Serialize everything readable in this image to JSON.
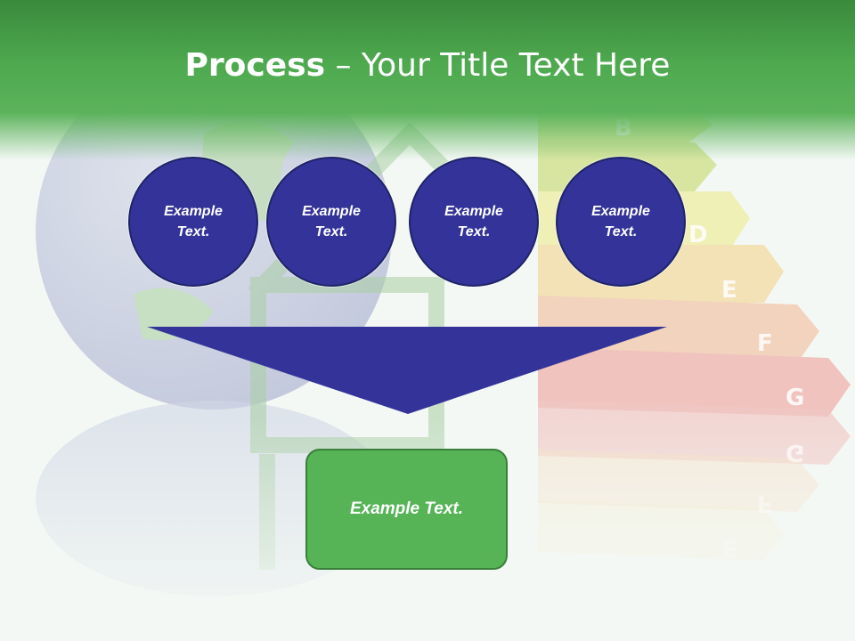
{
  "slide": {
    "title_bold": "Process",
    "title_rest": " – Your Title Text Here",
    "circles": [
      {
        "label": "Example Text."
      },
      {
        "label": "Example Text."
      },
      {
        "label": "Example Text."
      },
      {
        "label": "Example Text."
      }
    ],
    "result_label": "Example Text."
  },
  "background": {
    "energy_labels": [
      "B",
      "D",
      "E",
      "F",
      "G",
      "G",
      "F",
      "E"
    ]
  },
  "colors": {
    "banner": "#4ea94f",
    "circle_fill": "#333399",
    "funnel_fill": "#333399",
    "result_fill": "#56b356"
  }
}
